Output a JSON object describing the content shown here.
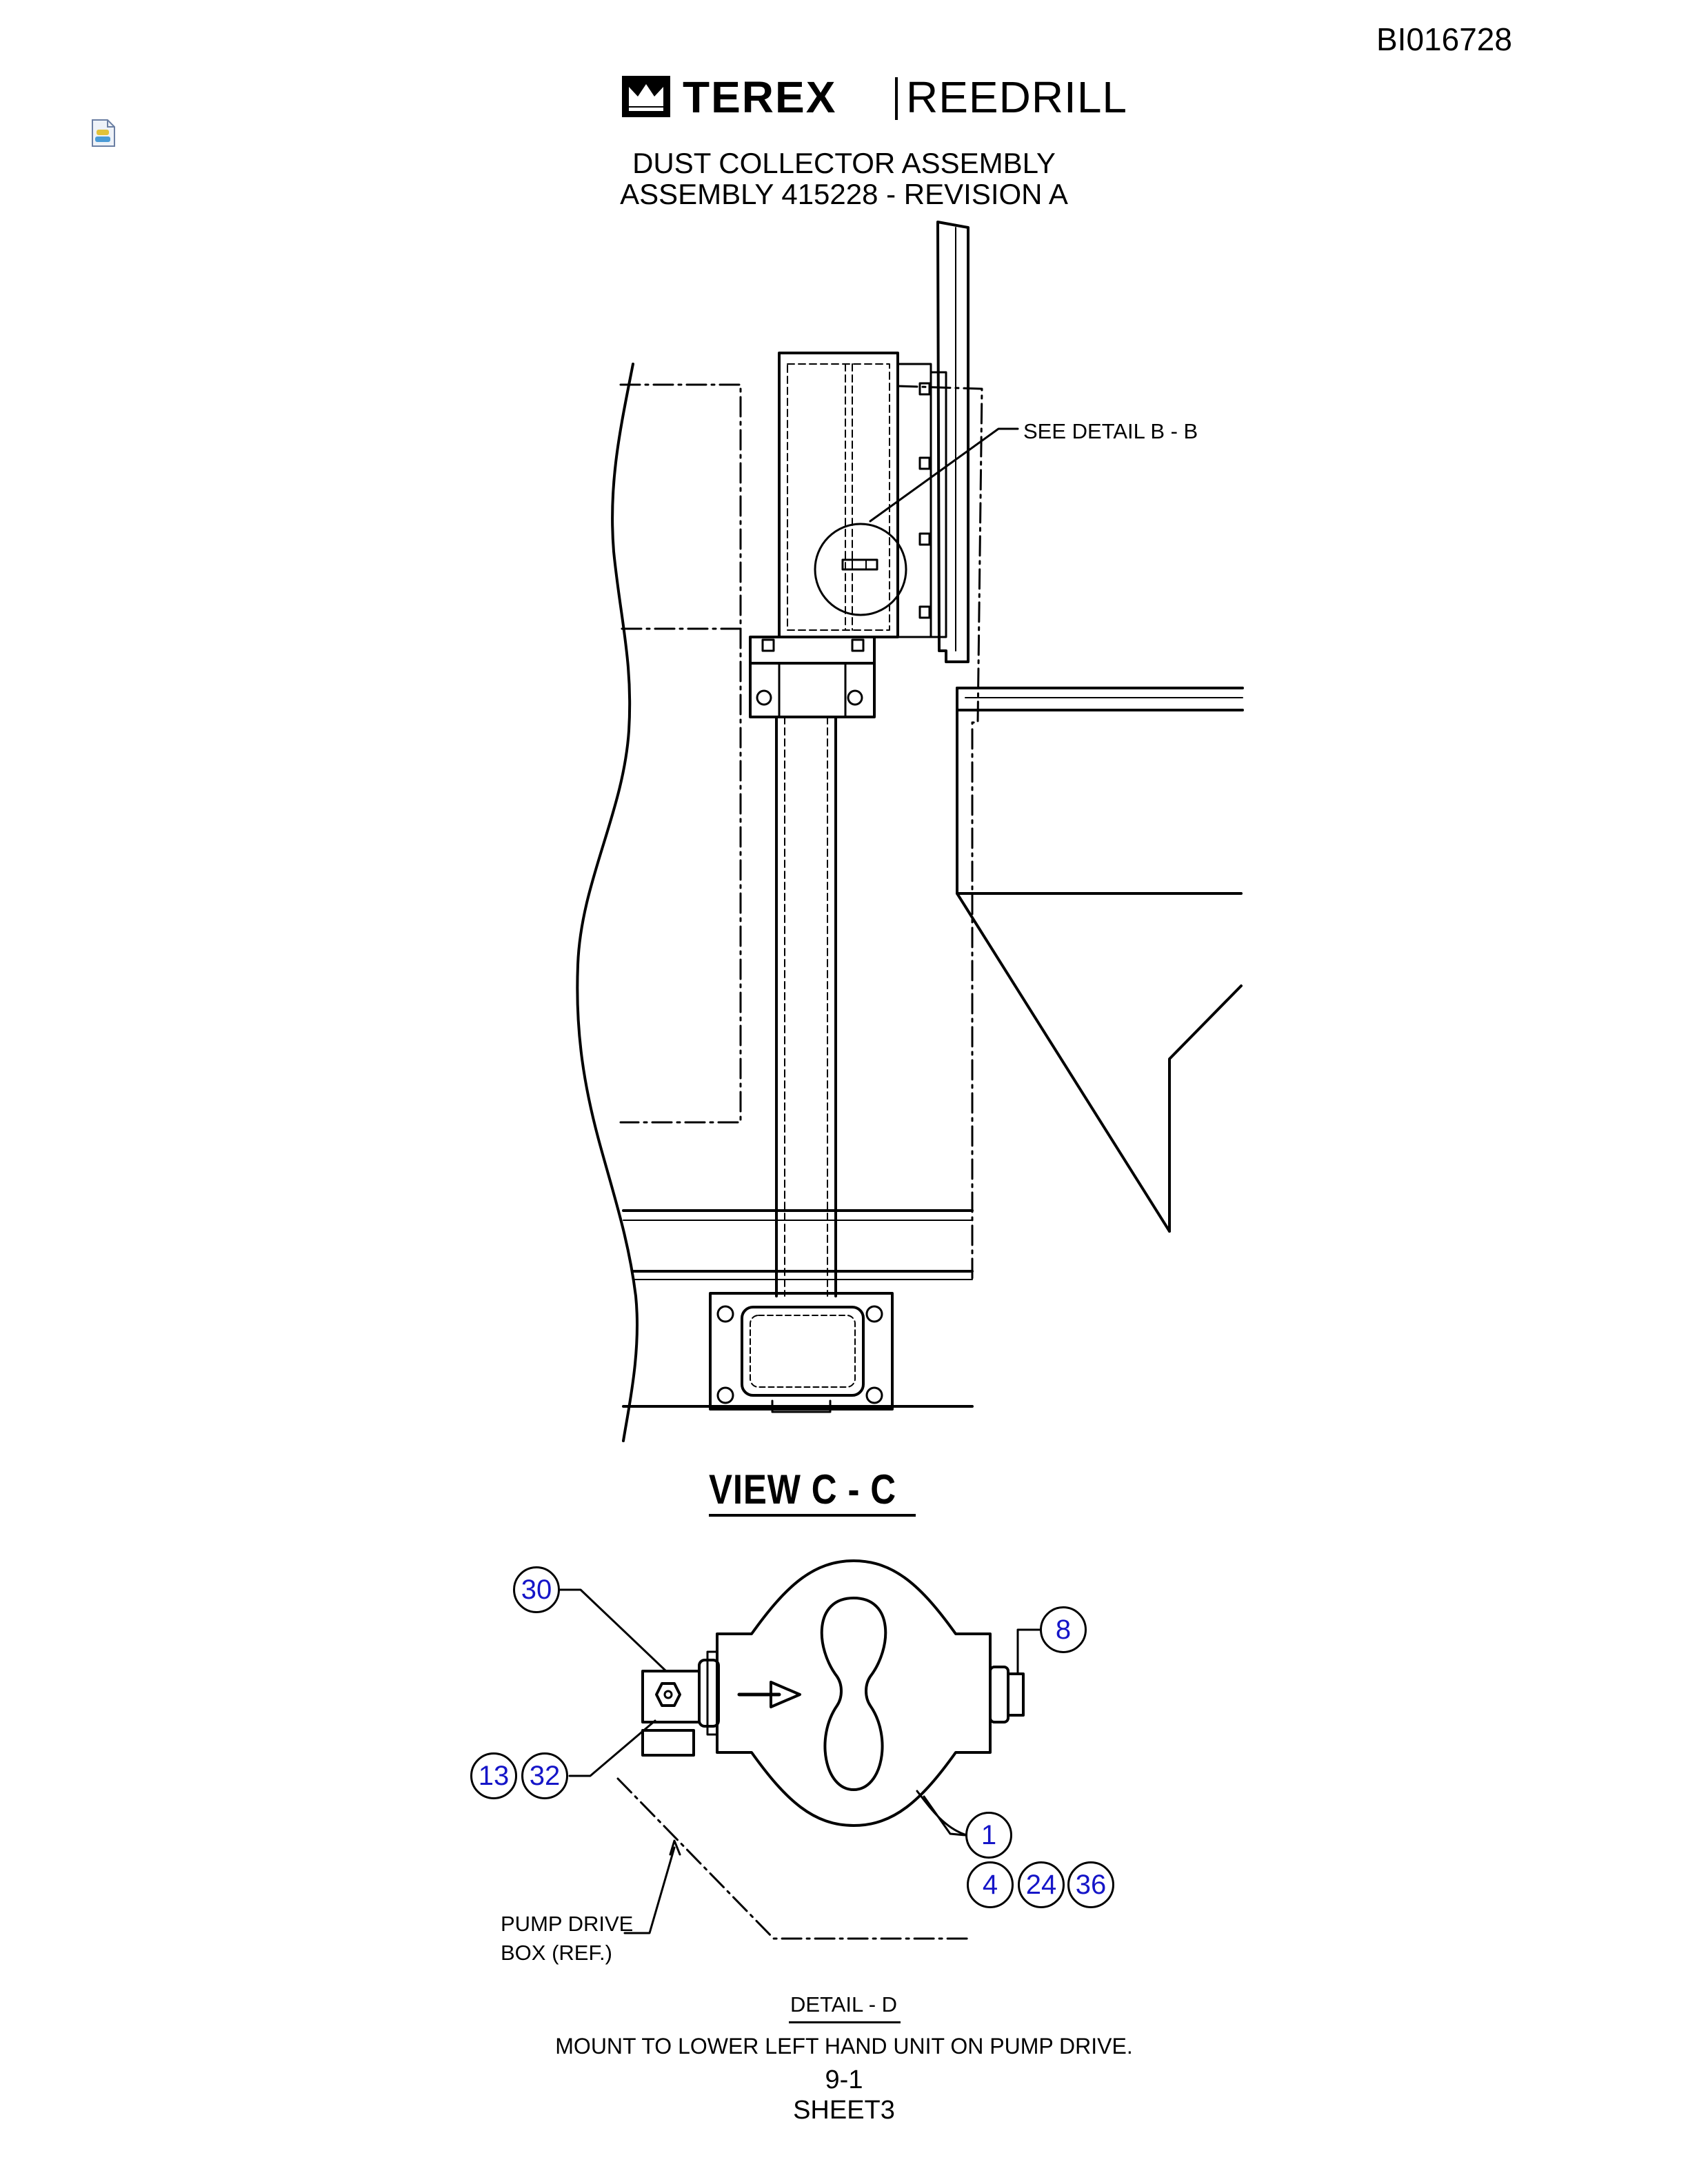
{
  "document_id": "BI016728",
  "brand": {
    "name": "TEREX",
    "division": "REEDRILL"
  },
  "title": {
    "line1": "DUST COLLECTOR ASSEMBLY",
    "line2": "ASSEMBLY 415228 - REVISION A"
  },
  "view_c": {
    "callout": "SEE DETAIL B - B",
    "title": "VIEW C - C"
  },
  "detail_d": {
    "balloons": [
      "30",
      "8",
      "13",
      "32",
      "1",
      "4",
      "24",
      "36"
    ],
    "pump_label_line1": "PUMP DRIVE",
    "pump_label_line2": "BOX (REF.)",
    "title": "DETAIL  - D"
  },
  "footer": {
    "note": "MOUNT TO LOWER LEFT HAND UNIT ON PUMP DRIVE.",
    "page": "9-1",
    "sheet": "SHEET3"
  },
  "colors": {
    "balloon_text": "#1515c8",
    "line": "#000000"
  },
  "icons": [
    "attachment-icon",
    "terex-crown-logo-icon",
    "flow-arrow-icon"
  ]
}
